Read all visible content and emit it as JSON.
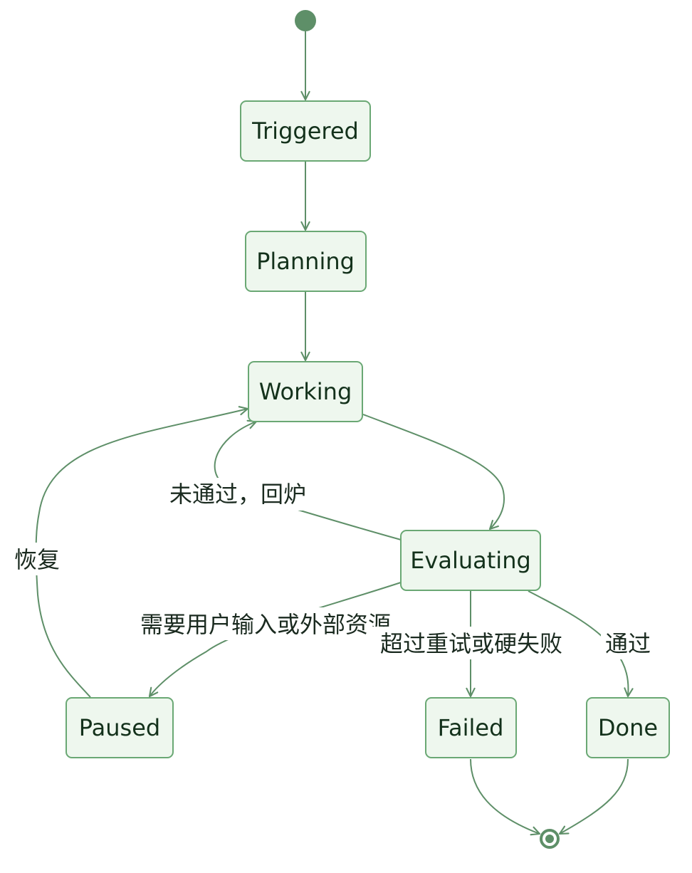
{
  "diagram": {
    "states": {
      "triggered": "Triggered",
      "planning": "Planning",
      "working": "Working",
      "evaluating": "Evaluating",
      "paused": "Paused",
      "failed": "Failed",
      "done": "Done"
    },
    "transitions": {
      "resume": "恢复",
      "retry": "未通过，回炉",
      "needs_input": "需要用户输入或外部资源",
      "exceeded": "超过重试或硬失败",
      "passed": "通过"
    }
  }
}
